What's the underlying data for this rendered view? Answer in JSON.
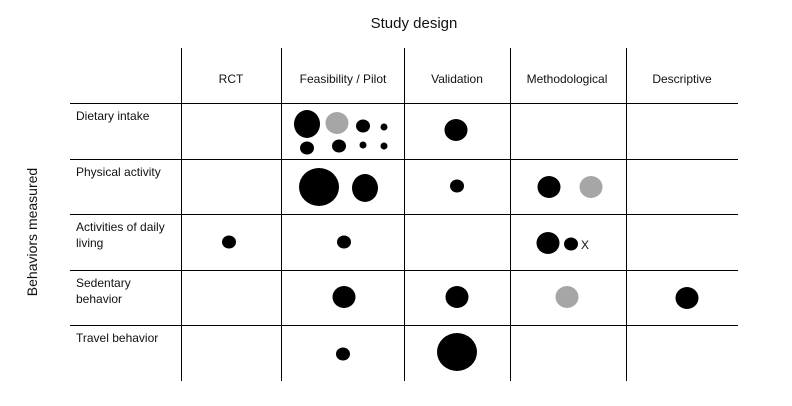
{
  "title": "Study design",
  "y_axis_title": "Behaviors measured",
  "columns": [
    "RCT",
    "Feasibility / Pilot",
    "Validation",
    "Methodological",
    "Descriptive"
  ],
  "rows": [
    {
      "label_lines": [
        "Dietary intake"
      ]
    },
    {
      "label_lines": [
        "Physical activity"
      ]
    },
    {
      "label_lines": [
        "Activities of daily",
        "living"
      ]
    },
    {
      "label_lines": [
        "Sedentary",
        "behavior"
      ]
    },
    {
      "label_lines": [
        "Travel behavior"
      ]
    }
  ],
  "marker_colors": {
    "black": "#000000",
    "gray": "#a6a6a6"
  },
  "cells": [
    {
      "row": 0,
      "col": 1,
      "markers": [
        {
          "size": "large",
          "color": "black"
        },
        {
          "size": "medium",
          "color": "gray"
        },
        {
          "size": "small",
          "color": "black"
        },
        {
          "size": "tiny",
          "color": "black"
        },
        {
          "size": "small",
          "color": "black"
        },
        {
          "size": "small",
          "color": "black"
        },
        {
          "size": "tiny",
          "color": "black"
        },
        {
          "size": "tiny",
          "color": "black"
        }
      ]
    },
    {
      "row": 0,
      "col": 2,
      "markers": [
        {
          "size": "medium",
          "color": "black"
        }
      ]
    },
    {
      "row": 1,
      "col": 1,
      "markers": [
        {
          "size": "xlarge",
          "color": "black"
        },
        {
          "size": "large",
          "color": "black"
        }
      ]
    },
    {
      "row": 1,
      "col": 2,
      "markers": [
        {
          "size": "small",
          "color": "black"
        }
      ]
    },
    {
      "row": 1,
      "col": 3,
      "markers": [
        {
          "size": "medium",
          "color": "black"
        },
        {
          "size": "medium",
          "color": "gray"
        }
      ]
    },
    {
      "row": 2,
      "col": 0,
      "markers": [
        {
          "size": "small",
          "color": "black"
        }
      ]
    },
    {
      "row": 2,
      "col": 1,
      "markers": [
        {
          "size": "small",
          "color": "black"
        }
      ]
    },
    {
      "row": 2,
      "col": 3,
      "markers": [
        {
          "size": "medium",
          "color": "black"
        },
        {
          "size": "small",
          "color": "black",
          "label": "X"
        }
      ]
    },
    {
      "row": 3,
      "col": 1,
      "markers": [
        {
          "size": "medium",
          "color": "black"
        }
      ]
    },
    {
      "row": 3,
      "col": 2,
      "markers": [
        {
          "size": "medium",
          "color": "black"
        }
      ]
    },
    {
      "row": 3,
      "col": 3,
      "markers": [
        {
          "size": "medium",
          "color": "gray"
        }
      ]
    },
    {
      "row": 3,
      "col": 4,
      "markers": [
        {
          "size": "medium",
          "color": "black"
        }
      ]
    },
    {
      "row": 4,
      "col": 1,
      "markers": [
        {
          "size": "small",
          "color": "black"
        }
      ]
    },
    {
      "row": 4,
      "col": 2,
      "markers": [
        {
          "size": "xlarge",
          "color": "black"
        }
      ]
    }
  ]
}
